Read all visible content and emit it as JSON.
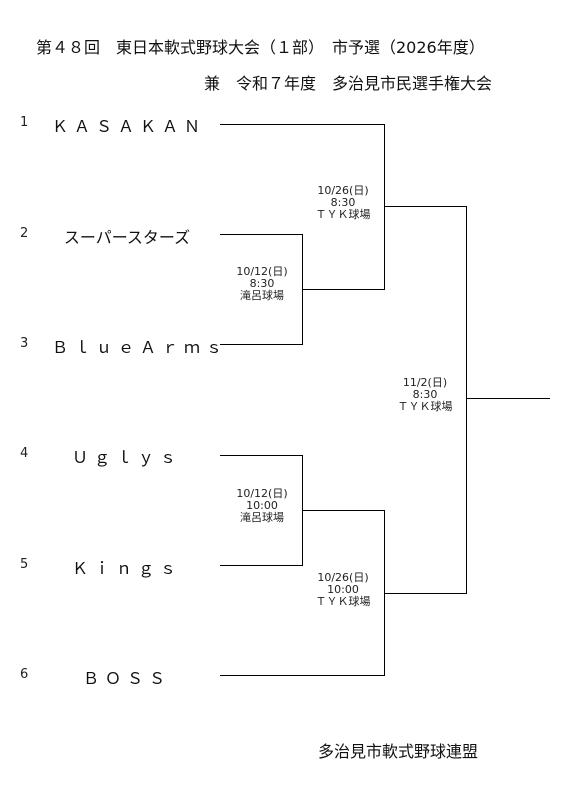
{
  "header": {
    "title_line1": "第４８回　東日本軟式野球大会（１部）　市予選（2026年度）",
    "title_line2": "兼　令和７年度　多治見市民選手権大会"
  },
  "teams": [
    {
      "seed": "1",
      "name": "ＫＡＳＡＫＡＮ"
    },
    {
      "seed": "2",
      "name": "スーパースターズ"
    },
    {
      "seed": "3",
      "name": "ＢｌｕｅＡｒｍｓ"
    },
    {
      "seed": "4",
      "name": "Ｕｇｌｙｓ"
    },
    {
      "seed": "5",
      "name": "Ｋｉｎｇｓ"
    },
    {
      "seed": "6",
      "name": "ＢＯＳＳ"
    }
  ],
  "matches": [
    {
      "date": "10/12(日)",
      "time": "8:30",
      "venue": "滝呂球場"
    },
    {
      "date": "10/12(日)",
      "time": "10:00",
      "venue": "滝呂球場"
    },
    {
      "date": "10/26(日)",
      "time": "8:30",
      "venue": "ＴＹＫ球場"
    },
    {
      "date": "10/26(日)",
      "time": "10:00",
      "venue": "ＴＹＫ球場"
    },
    {
      "date": "11/2(日)",
      "time": "8:30",
      "venue": "ＴＹＫ球場"
    }
  ],
  "footer": {
    "organizer": "多治見市軟式野球連盟"
  }
}
